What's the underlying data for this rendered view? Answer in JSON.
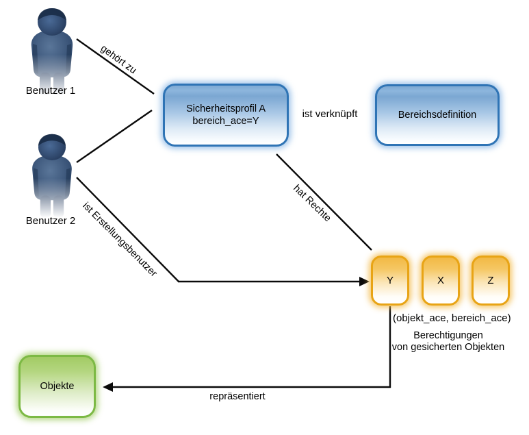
{
  "actors": [
    {
      "label": "Benutzer 1"
    },
    {
      "label": "Benutzer 2"
    }
  ],
  "nodes": {
    "profile": {
      "line1": "Sicherheitsprofil A",
      "line2": "bereich_ace=Y"
    },
    "bereich": {
      "label": "Bereichsdefinition"
    },
    "ace_y": {
      "label": "Y"
    },
    "ace_x": {
      "label": "X"
    },
    "ace_z": {
      "label": "Z"
    },
    "objekte": {
      "label": "Objekte"
    }
  },
  "edges": {
    "gehoert_zu": "gehört zu",
    "ist_verknuepft": "ist verknüpft",
    "hat_rechte": "hat Rechte",
    "ist_erstellungsbenutzer": "ist Erstellungsbenutzer",
    "repraesentiert": "repräsentiert"
  },
  "annotations": {
    "tuple": "(objekt_ace, bereich_ace)",
    "berechtigungen": "Berechtigungen",
    "gesicherte_objekte": "von gesicherten Objekten"
  },
  "colors": {
    "blue_border": "#2f74b5",
    "orange_border": "#e8a415",
    "green_border": "#7cb944",
    "line": "#000000"
  }
}
